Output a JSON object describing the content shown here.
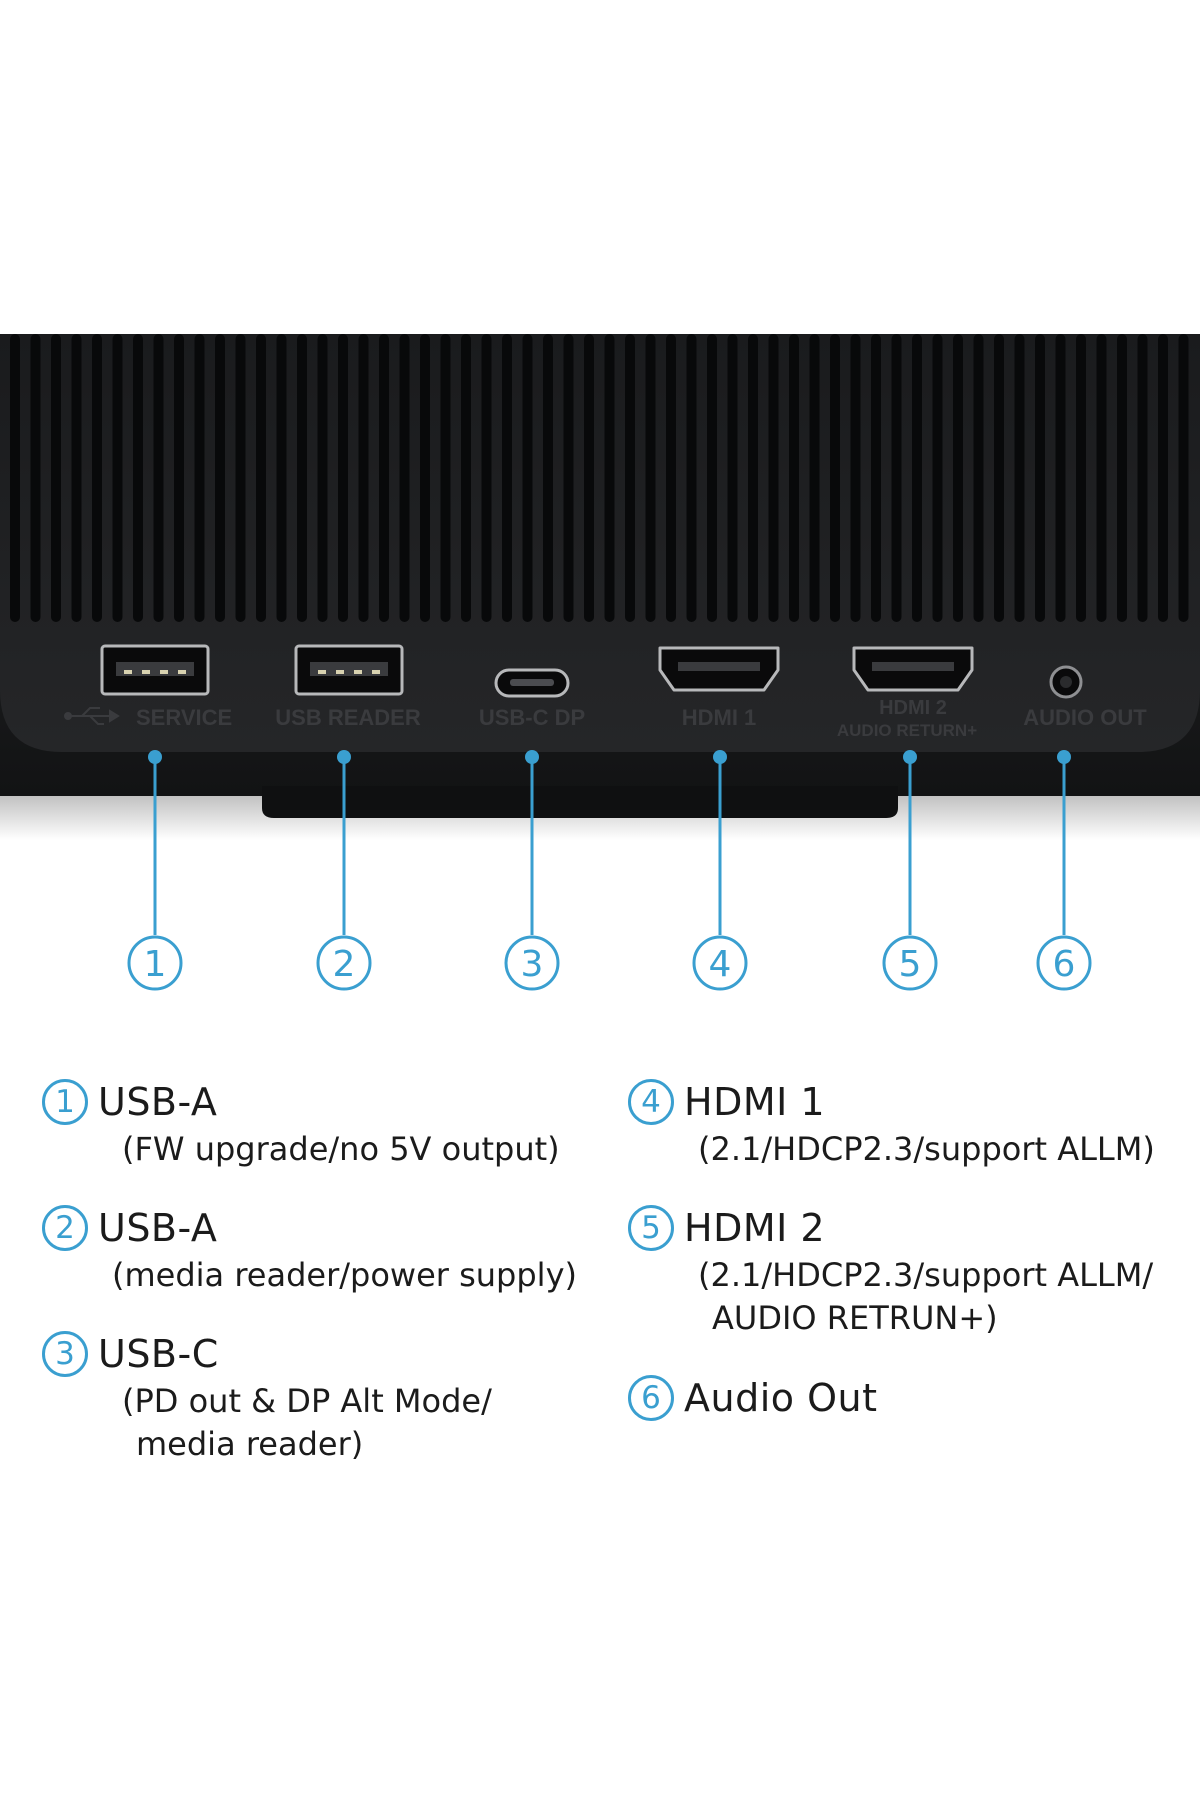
{
  "colors": {
    "accent": "#3a9fd0",
    "device_body": "#1d1e20",
    "device_grille": "#0d0e10",
    "text": "#1b1b1b",
    "silkscreen": "#3a3b3e"
  },
  "device": {
    "silkscreen": {
      "usb_icon": "usb-symbol-icon",
      "service": "SERVICE",
      "usb_reader": "USB READER",
      "usbc_dp": "USB-C DP",
      "hdmi1": "HDMI 1",
      "hdmi2": "HDMI 2",
      "audio_return": "AUDIO RETURN+",
      "audio_out": "AUDIO OUT"
    }
  },
  "callouts": [
    "1",
    "2",
    "3",
    "4",
    "5",
    "6"
  ],
  "legend": [
    {
      "num": "1",
      "title": "USB-A",
      "desc": [
        "(FW upgrade/no 5V output)"
      ]
    },
    {
      "num": "2",
      "title": "USB-A",
      "desc": [
        "(media reader/power supply)"
      ]
    },
    {
      "num": "3",
      "title": "USB-C",
      "desc": [
        "(PD out & DP Alt Mode/",
        "media reader)"
      ]
    },
    {
      "num": "4",
      "title": "HDMI 1",
      "desc": [
        "(2.1/HDCP2.3/support ALLM)"
      ]
    },
    {
      "num": "5",
      "title": "HDMI 2",
      "desc": [
        "(2.1/HDCP2.3/support ALLM/",
        "AUDIO RETRUN+)"
      ]
    },
    {
      "num": "6",
      "title": "Audio Out",
      "desc": []
    }
  ]
}
